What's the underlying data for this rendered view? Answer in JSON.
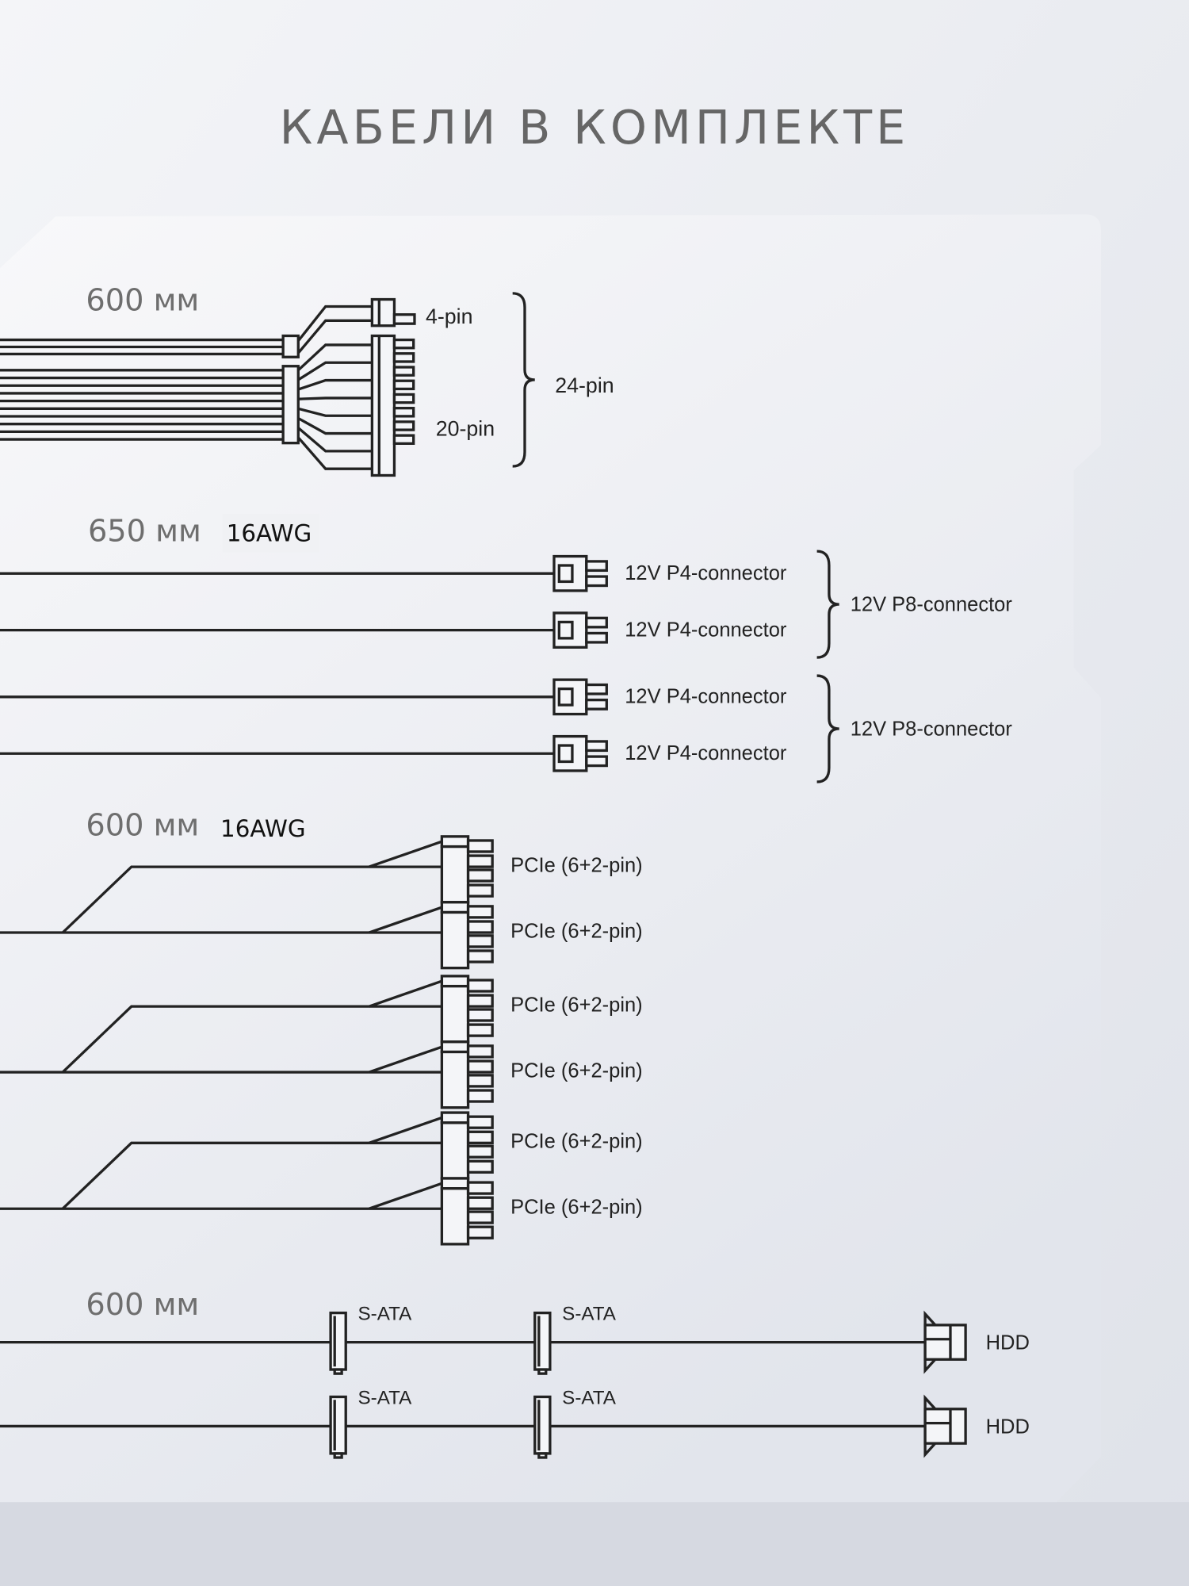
{
  "title": "КАБЕЛИ В КОМПЛЕКТЕ",
  "colors": {
    "background": "#e4e6ec",
    "panel": "#f3f4f7",
    "line": "#222222",
    "bottom_band": "#d6d9e1"
  },
  "atx": {
    "length": "600 мм",
    "label_4pin": "4-pin",
    "label_20pin": "20-pin",
    "label_24pin": "24-pin"
  },
  "cpu": {
    "length": "650 мм",
    "gauge": "16AWG",
    "connectors": [
      "12V P4-connector",
      "12V P4-connector",
      "12V P4-connector",
      "12V P4-connector"
    ],
    "groups": [
      "12V P8-connector",
      "12V P8-connector"
    ]
  },
  "pcie": {
    "length": "600 мм",
    "gauge": "16AWG",
    "connectors": [
      "PCIe (6+2-pin)",
      "PCIe (6+2-pin)",
      "PCIe (6+2-pin)",
      "PCIe (6+2-pin)",
      "PCIe (6+2-pin)",
      "PCIe (6+2-pin)"
    ]
  },
  "sata": {
    "length": "600 мм",
    "rows": [
      {
        "sata": [
          "S-ATA",
          "S-ATA"
        ],
        "end": "HDD"
      },
      {
        "sata": [
          "S-ATA",
          "S-ATA"
        ],
        "end": "HDD"
      }
    ]
  }
}
